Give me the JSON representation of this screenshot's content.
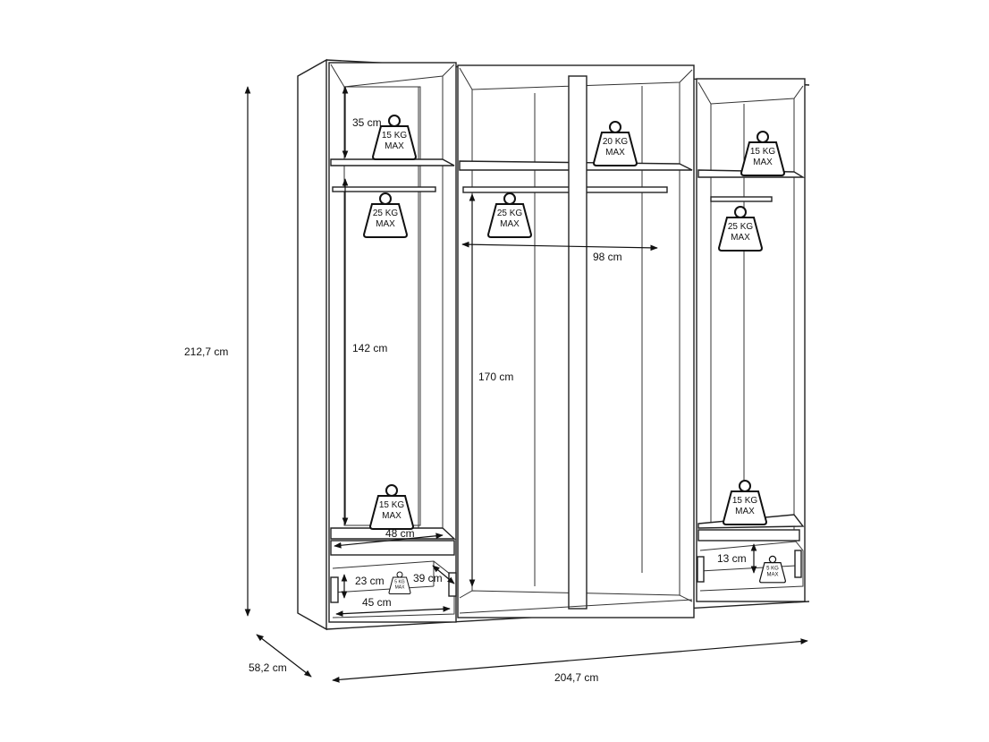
{
  "dimensions": {
    "height": "212,7 cm",
    "depth": "58,2 cm",
    "width": "204,7 cm",
    "top_shelf_height": "35 cm",
    "rail_width": "98 cm",
    "left_hanging_height": "142 cm",
    "center_hanging_height": "170 cm",
    "left_shelf_width": "48 cm",
    "left_drawer_height": "23 cm",
    "left_drawer_depth": "39 cm",
    "left_drawer_width": "45 cm",
    "right_drawer_height": "13 cm"
  },
  "weights": {
    "kg15": "15 KG",
    "kg20": "20 KG",
    "kg25": "25 KG",
    "kg5": "5 KG",
    "max": "MAX"
  }
}
